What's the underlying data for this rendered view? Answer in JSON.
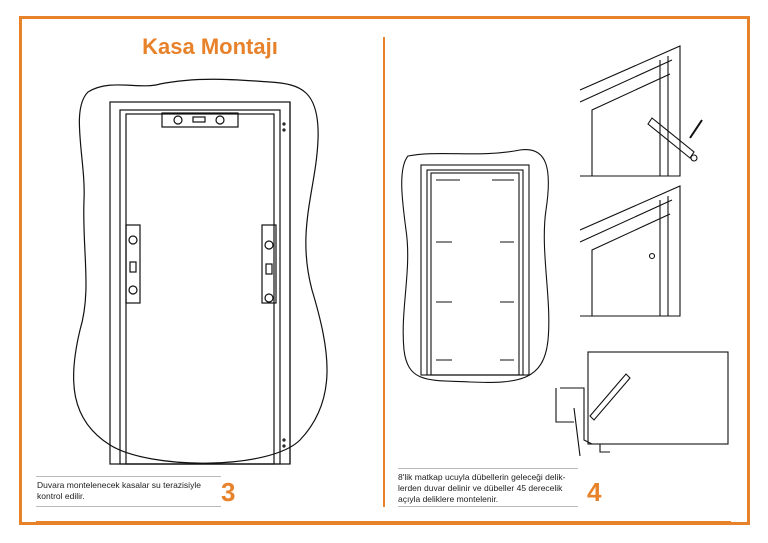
{
  "title": "Kasa Montajı",
  "step3": {
    "number": "3",
    "text_line1": "Duvara montelenecek kasalar su terazisiyle",
    "text_line2": "kontrol edilir."
  },
  "step4": {
    "number": "4",
    "text_line1": "8'lik matkap ucuyla dübellerin geleceği delik-",
    "text_line2": "lerden duvar delinir ve dübeller 45 derecelik",
    "text_line3": "açıyla deliklere montelenir."
  },
  "colors": {
    "accent": "#e8822a",
    "line": "#111111"
  }
}
